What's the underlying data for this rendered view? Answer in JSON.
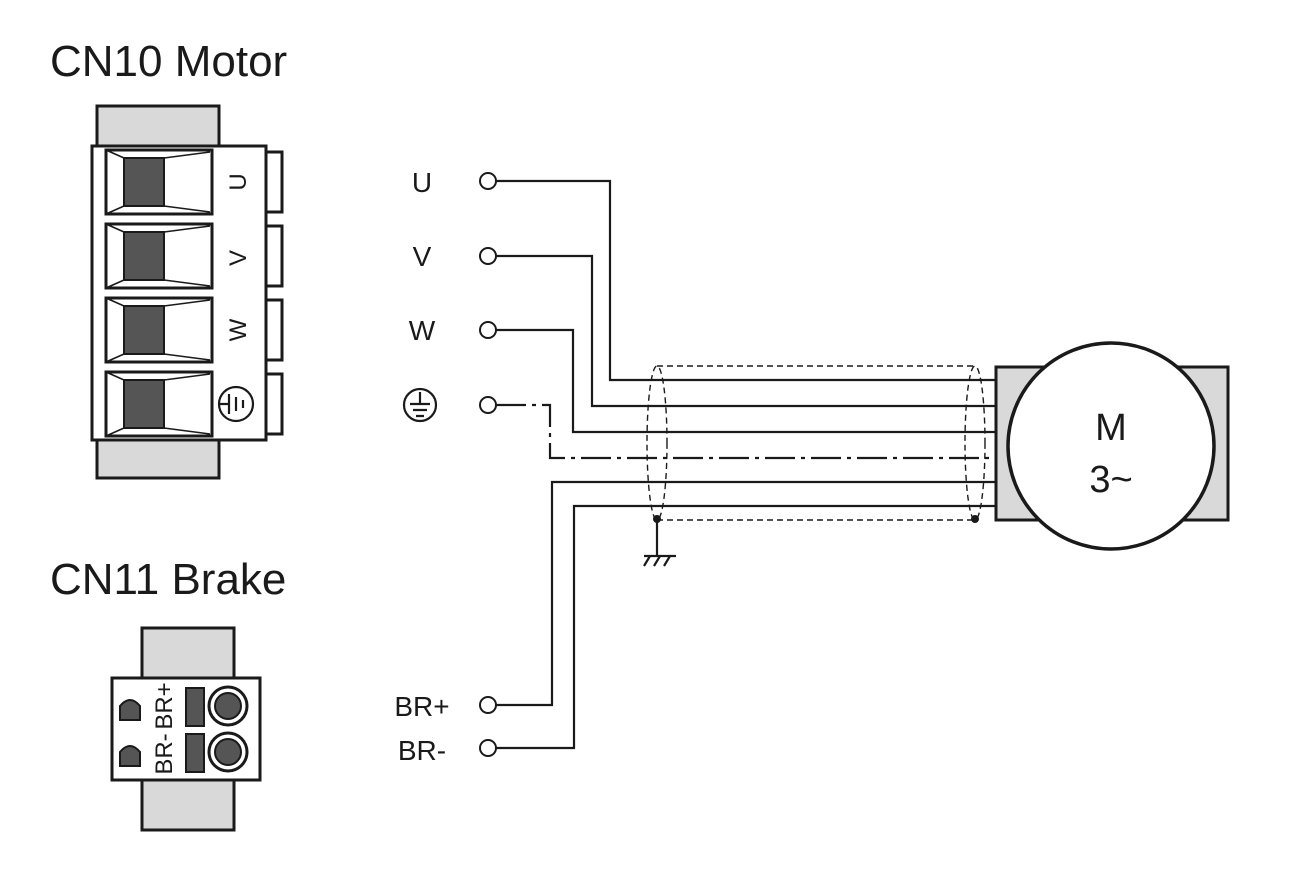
{
  "cn10": {
    "title": "CN10 Motor",
    "pins": [
      "U",
      "V",
      "W"
    ],
    "earth_pin": "protective-earth-icon"
  },
  "cn11": {
    "title": "CN11 Brake",
    "pins": [
      "BR+",
      "BR-"
    ]
  },
  "signals": {
    "u": "U",
    "v": "V",
    "w": "W",
    "pe": "protective-earth-icon",
    "br_plus": "BR+",
    "br_minus": "BR-"
  },
  "motor": {
    "line1": "M",
    "line2": "3~"
  }
}
